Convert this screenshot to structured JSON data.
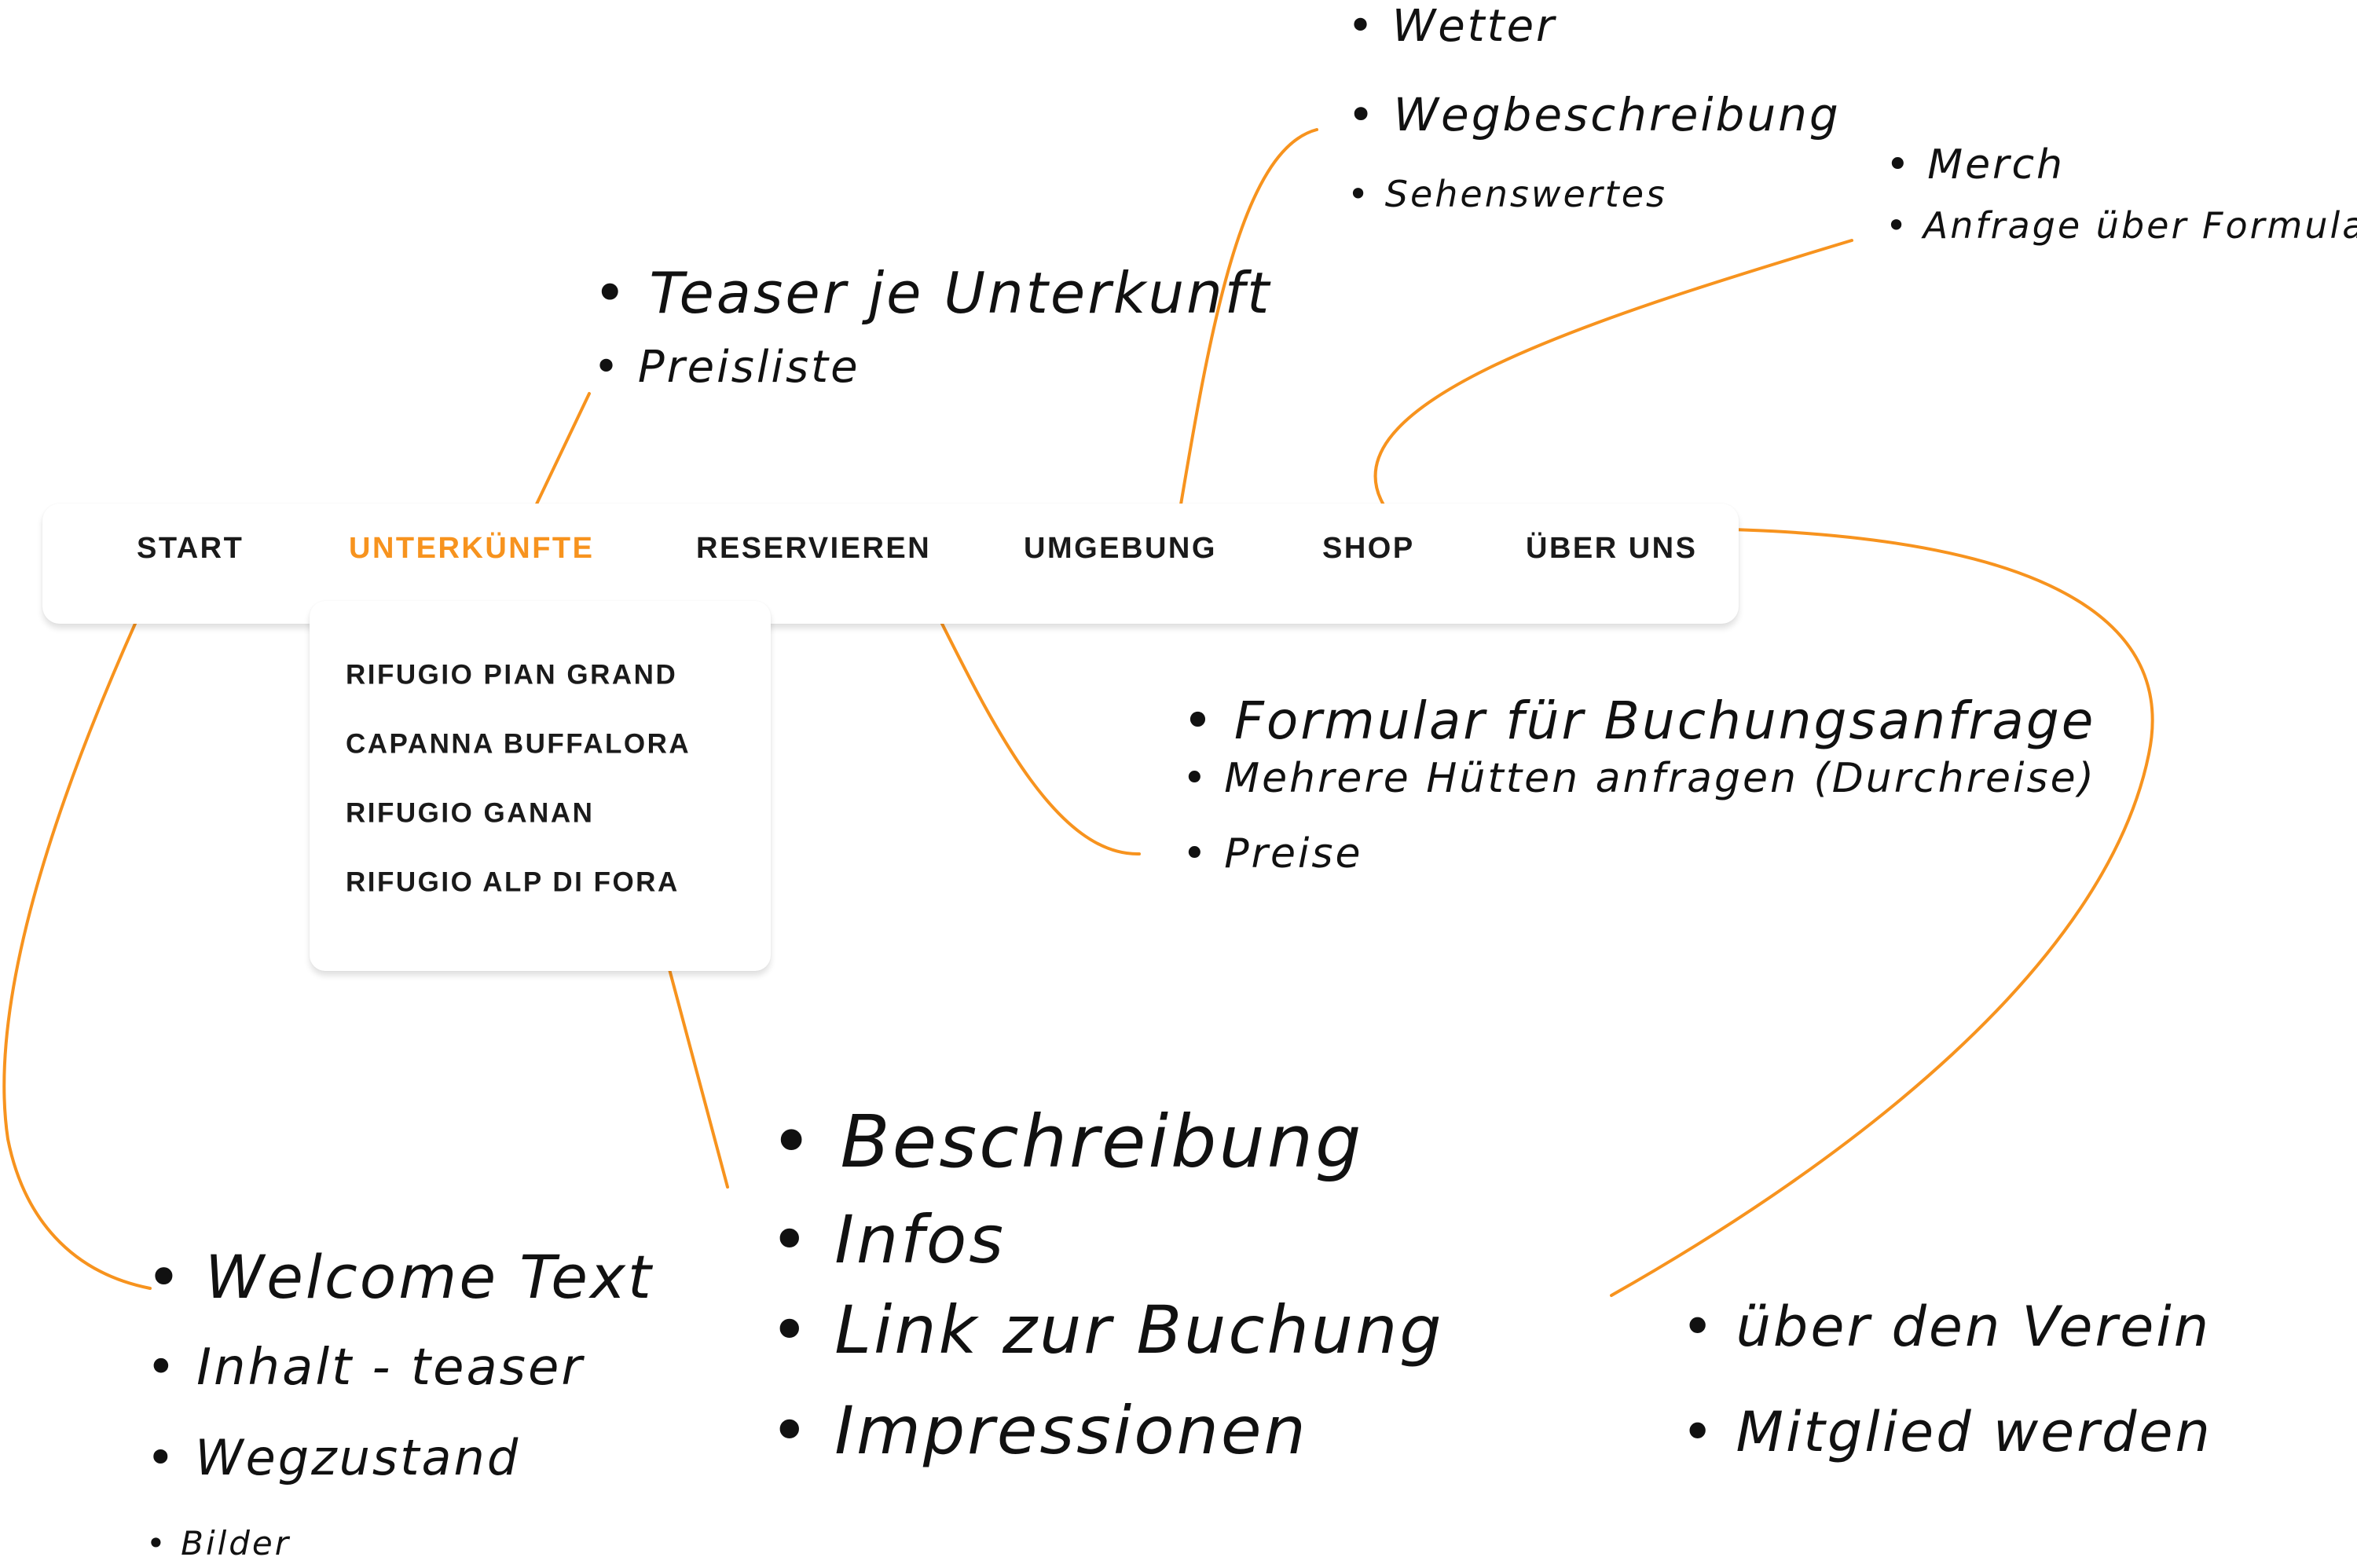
{
  "accent_color": "#F7931E",
  "nav": {
    "items": [
      {
        "label": "START",
        "active": false
      },
      {
        "label": "UNTERKÜNFTE",
        "active": true
      },
      {
        "label": "RESERVIEREN",
        "active": false
      },
      {
        "label": "UMGEBUNG",
        "active": false
      },
      {
        "label": "SHOP",
        "active": false
      },
      {
        "label": "ÜBER UNS",
        "active": false
      }
    ]
  },
  "dropdown": {
    "items": [
      "RIFUGIO PIAN GRAND",
      "CAPANNA BUFFALORA",
      "RIFUGIO GANAN",
      "RIFUGIO ALP DI FORA"
    ]
  },
  "notes": {
    "unterkuenfte": [
      "Teaser je Unterkunft",
      "Preisliste"
    ],
    "umgebung": [
      "Wetter",
      "Wegbeschreibung",
      "Sehenswertes"
    ],
    "shop": [
      "Merch",
      "Anfrage über Formular"
    ],
    "reservieren": [
      "Formular für Buchungsanfrage",
      "Mehrere Hütten anfragen (Durchreise)",
      "Preise"
    ],
    "unterkunft_detail": [
      "Beschreibung",
      "Infos",
      "Link zur Buchung",
      "Impressionen"
    ],
    "start": [
      "Welcome Text",
      "Inhalt - teaser",
      "Wegzustand",
      "Bilder"
    ],
    "ueber_uns": [
      "über den Verein",
      "Mitglied werden"
    ]
  }
}
